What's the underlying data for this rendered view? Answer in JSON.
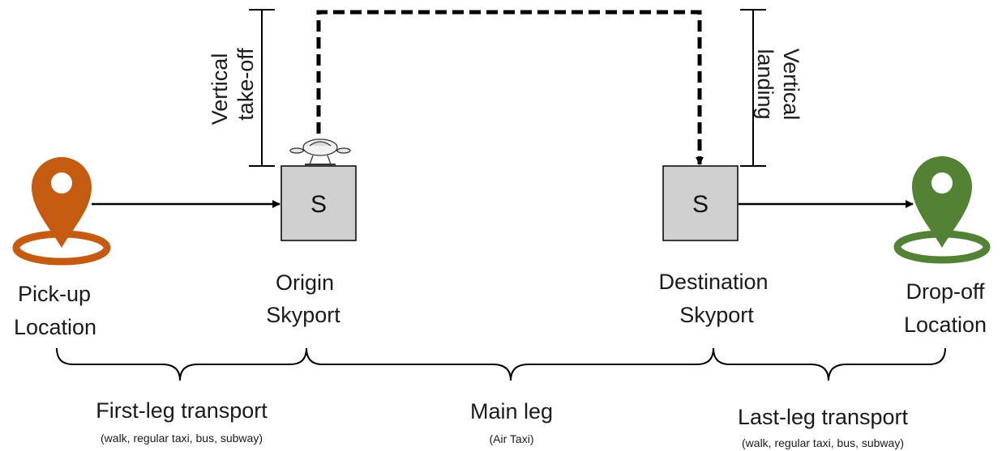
{
  "colors": {
    "pickup_pin": "#c55a11",
    "dropoff_pin": "#548235",
    "skyport_fill": "#d0d0d0",
    "stroke": "#000000"
  },
  "skyport_symbol": "S",
  "locations": {
    "pickup": [
      "Pick-up",
      "Location"
    ],
    "origin": [
      "Origin",
      "Skyport"
    ],
    "destination": [
      "Destination",
      "Skyport"
    ],
    "dropoff": [
      "Drop-off",
      "Location"
    ]
  },
  "vertical": {
    "takeoff": [
      "Vertical",
      "take-off"
    ],
    "landing": [
      "Vertical",
      "landing"
    ]
  },
  "legs": {
    "first": {
      "title": "First-leg transport",
      "detail": "(walk, regular taxi, bus, subway)"
    },
    "main": {
      "title": "Main leg",
      "detail": "(Air Taxi)"
    },
    "last": {
      "title": "Last-leg transport",
      "detail": "(walk, regular taxi, bus, subway)"
    }
  },
  "icons": {
    "pickup": "map-pin-icon",
    "dropoff": "map-pin-icon",
    "aircraft": "air-taxi-drone-icon"
  }
}
